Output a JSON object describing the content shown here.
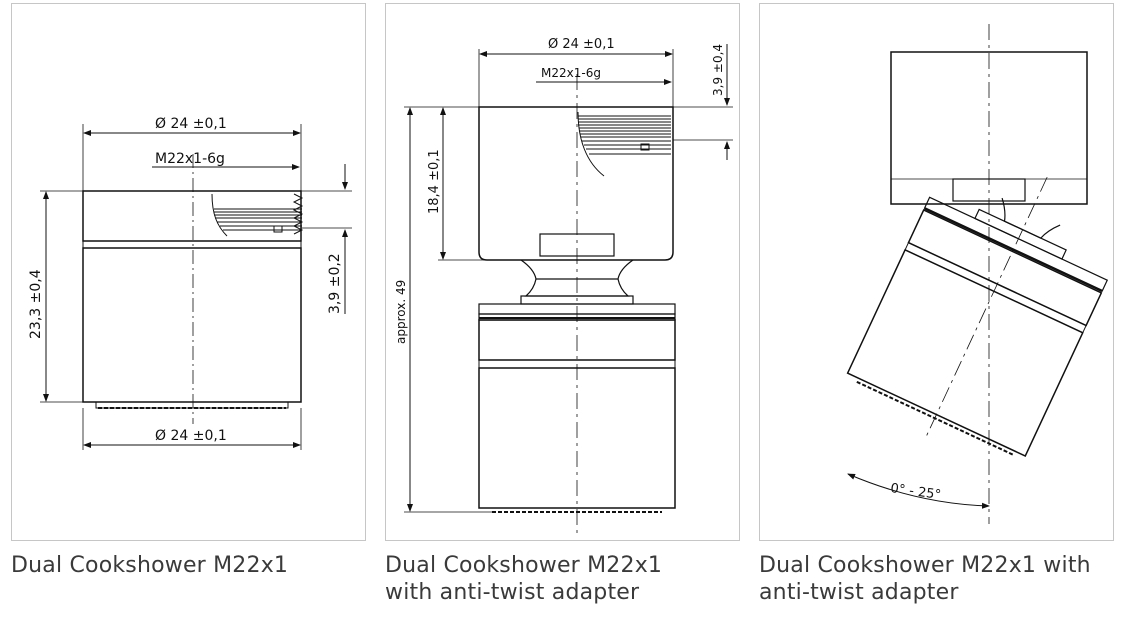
{
  "panels": [
    {
      "caption": "Dual Cookshower M22x1",
      "dims": {
        "dia_top": "Ø 24 ±0,1",
        "thread": "M22x1-6g",
        "height": "23,3 ±0,4",
        "offset": "3,9 ±0,2",
        "dia_bottom": "Ø 24 ±0,1"
      }
    },
    {
      "caption_line1": "Dual Cookshower M22x1",
      "caption_line2": "with anti-twist adapter",
      "dims": {
        "dia_top": "Ø 24 ±0,1",
        "thread": "M22x1-6g",
        "offset": "3,9 ±0,4",
        "height": "18,4 ±0,1",
        "total": "approx. 49"
      }
    },
    {
      "caption_line1": "Dual Cookshower M22x1 with",
      "caption_line2": "anti-twist adapter",
      "dims": {
        "angle": "0° - 25°"
      }
    }
  ],
  "colors": {
    "border": "#c6c6c6",
    "line": "#111111",
    "caption": "#3a3a3a"
  }
}
